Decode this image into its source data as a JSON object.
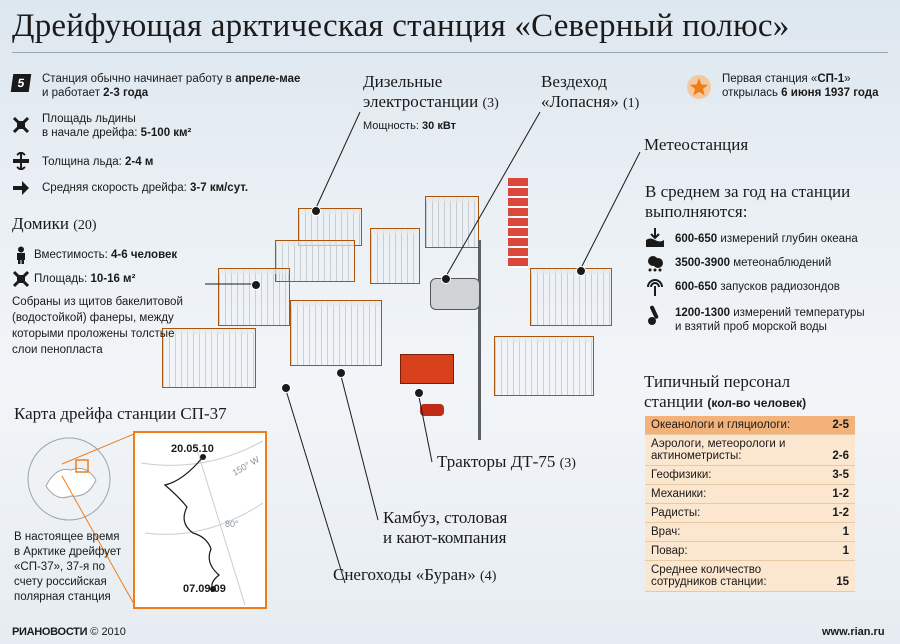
{
  "title": "Дрейфующая арктическая станция «Северный полюс»",
  "facts": [
    {
      "icon": "five-badge-icon",
      "pre": "Станция обычно начинает работу в ",
      "bold": "апреле-мае",
      "post": "",
      "line2pre": "и работает ",
      "line2bold": "2-3 года"
    },
    {
      "icon": "ice-area-icon",
      "pre": "Площадь льдины",
      "bold": "",
      "post": "",
      "line2pre": "в начале дрейфа: ",
      "line2bold": "5-100 км²"
    },
    {
      "icon": "ice-thickness-icon",
      "pre": "Толщина льда: ",
      "bold": "2-4 м",
      "post": ""
    },
    {
      "icon": "drift-arrow-icon",
      "pre": "Средняя скорость дрейфа: ",
      "bold": "3-7 км/сут.",
      "post": ""
    }
  ],
  "first_station": {
    "line1pre": "Первая станция «",
    "line1bold": "СП-1",
    "line1post": "»",
    "line2pre": "открылась ",
    "line2bold": "6 июня 1937 года"
  },
  "labels": {
    "diesel": {
      "line1": "Дизельные",
      "line2": "электростанции",
      "count": "(3)",
      "sub_pre": "Мощность: ",
      "sub_bold": "30 кВт"
    },
    "vezdehod": {
      "line1": "Вездеход",
      "line2": "«Лопасня»",
      "count": "(1)"
    },
    "meteo": "Метеостанция",
    "houses": {
      "title": "Домики",
      "count": "(20)",
      "capacity_pre": "Вместимость: ",
      "capacity_bold": "4-6 человек",
      "area_pre": "Площадь: ",
      "area_bold": "10-16 м²",
      "desc": [
        "Собраны из щитов бакелитовой",
        "(водостойкой) фанеры, между",
        "которыми проложены толстые",
        "слои пенопласта"
      ]
    },
    "tractors": {
      "text": "Тракторы ДТ-75",
      "count": "(3)"
    },
    "kambuz": {
      "line1": "Камбуз, столовая",
      "line2": "и кают-компания"
    },
    "snowmobiles": {
      "text": "Снегоходы «Буран»",
      "count": "(4)"
    }
  },
  "yearly": {
    "title": [
      "В среднем за год на станции",
      "выполняются:"
    ],
    "items": [
      {
        "icon": "depth-icon",
        "bold": "600-650",
        "text": " измерений глубин океана"
      },
      {
        "icon": "weather-icon",
        "bold": "3500-3900",
        "text": " метеонаблюдений"
      },
      {
        "icon": "radiosonde-icon",
        "bold": "600-650",
        "text": " запусков радиозондов"
      },
      {
        "icon": "thermometer-icon",
        "bold": "1200-1300",
        "text": " измерений температуры",
        "text2": "и взятий проб морской воды"
      }
    ]
  },
  "staff": {
    "title": [
      "Типичный персонал",
      "станции "
    ],
    "title_bold": "(кол-во человек)",
    "rows": [
      {
        "role": "Океанологи и гляциологи:",
        "count": "2-5"
      },
      {
        "role": "Аэрологи, метеорологи и актинометристы:",
        "count": "2-6"
      },
      {
        "role": "Геофизики:",
        "count": "3-5"
      },
      {
        "role": "Механики:",
        "count": "1-2"
      },
      {
        "role": "Радисты:",
        "count": "1-2"
      },
      {
        "role": "Врач:",
        "count": "1"
      },
      {
        "role": "Повар:",
        "count": "1"
      },
      {
        "role": "Среднее количество сотрудников станции:",
        "count": "15"
      }
    ]
  },
  "map": {
    "title": "Карта дрейфа станции СП-37",
    "start_date": "20.05.10",
    "end_date": "07.09.09",
    "lon_label": "150° W",
    "lat_label": "80°",
    "note": [
      "В настоящее время",
      "в Арктике дрейфует",
      "«СП-37», 37-я по",
      "счету российская",
      "полярная станция"
    ]
  },
  "footer": {
    "brand": "РИАНОВОСТИ",
    "copy": "© 2010",
    "url": "www.rian.ru"
  },
  "colors": {
    "accent": "#f07e1c",
    "house": "#e58a2a",
    "table_head": "#f2b27a",
    "table_row": "#fbe6cf"
  }
}
